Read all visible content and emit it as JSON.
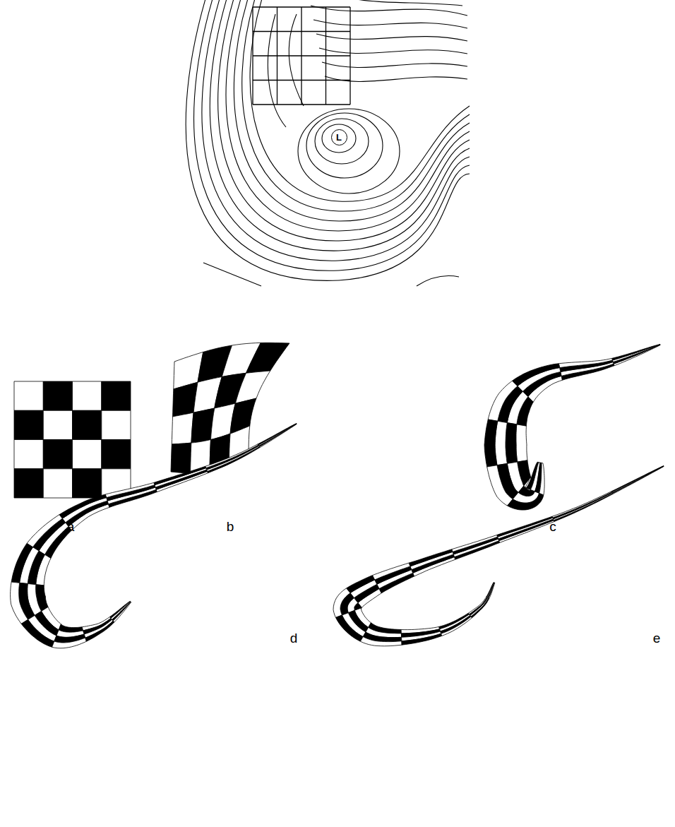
{
  "diagram": {
    "nodes": [
      {
        "text": [
          "L"
        ]
      }
    ],
    "labels": [
      "a",
      "b",
      "c",
      "d",
      "e"
    ]
  }
}
